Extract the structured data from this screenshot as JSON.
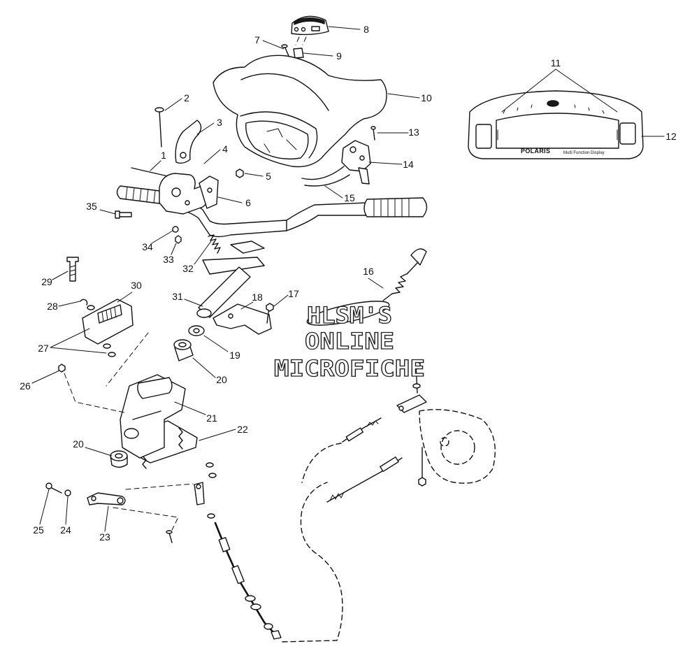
{
  "callouts": {
    "n1": "1",
    "n2": "2",
    "n3": "3",
    "n4": "4",
    "n5": "5",
    "n6": "6",
    "n7": "7",
    "n8": "8",
    "n9": "9",
    "n10": "10",
    "n11": "11",
    "n12": "12",
    "n13": "13",
    "n14": "14",
    "n15": "15",
    "n16": "16",
    "n17": "17",
    "n18": "18",
    "n19": "19",
    "n20": "20",
    "n21": "21",
    "n22": "22",
    "n23": "23",
    "n24": "24",
    "n25": "25",
    "n26": "26",
    "n27": "27",
    "n28": "28",
    "n29": "29",
    "n30": "30",
    "n31": "31",
    "n32": "32",
    "n33": "33",
    "n34": "34",
    "n35": "35"
  },
  "watermark": {
    "line1": "HLSM'S",
    "line2": "ONLINE",
    "line3": "MICROFICHE"
  },
  "display": {
    "brand": "POLARIS",
    "caption": "Multi Function Display"
  }
}
